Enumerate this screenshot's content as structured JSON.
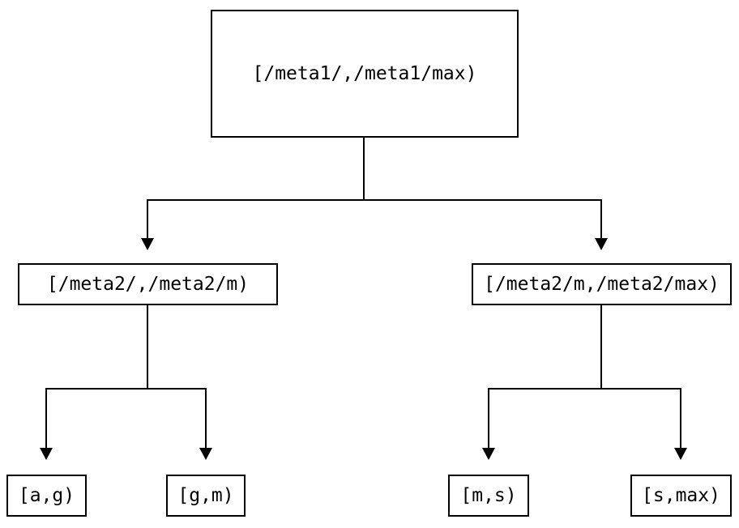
{
  "colors": {
    "ink": "#000000",
    "background": "#ffffff"
  },
  "tree": {
    "root": {
      "label": "[/meta1/,/meta1/max)"
    },
    "children": [
      {
        "label": "[/meta2/,/meta2/m)"
      },
      {
        "label": "[/meta2/m,/meta2/max)"
      }
    ],
    "leaves": [
      {
        "label": "[a,g)"
      },
      {
        "label": "[g,m)"
      },
      {
        "label": "[m,s)"
      },
      {
        "label": "[s,max)"
      }
    ]
  }
}
